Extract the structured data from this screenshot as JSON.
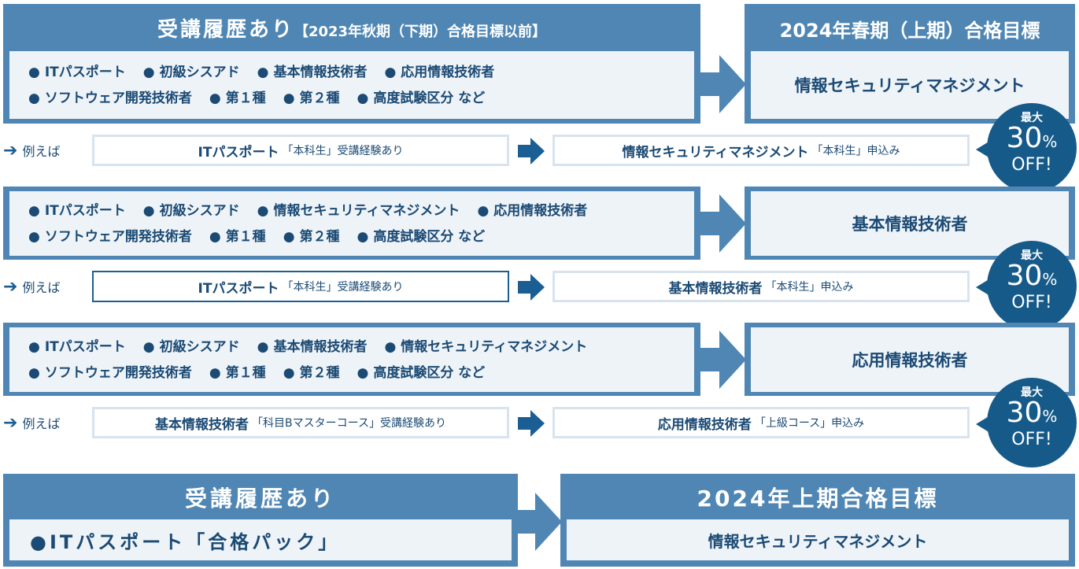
{
  "header_left": {
    "title": "受講履歴あり",
    "subtitle": "【2023年秋期（下期）合格目標以前】"
  },
  "header_right": {
    "title": "2024年春期（上期）合格目標"
  },
  "rows": [
    {
      "line1": [
        "ITパスポート",
        "初級シスアド",
        "基本情報技術者",
        "応用情報技術者"
      ],
      "line2": [
        "ソフトウェア開発技術者",
        "第１種",
        "第２種",
        "高度試験区分 など"
      ],
      "target": "情報セキュリティマネジメント",
      "example_label": "例えば",
      "example_from_bold": "ITパスポート",
      "example_from_rest": "「本科生」受講経験あり",
      "example_to_bold": "情報セキュリティマネジメント",
      "example_to_rest": "「本科生」申込み",
      "badge_top": "最大",
      "badge_num": "30",
      "badge_pct": "%",
      "badge_off": "OFF!"
    },
    {
      "line1": [
        "ITパスポート",
        "初級シスアド",
        "情報セキュリティマネジメント",
        "応用情報技術者"
      ],
      "line2": [
        "ソフトウェア開発技術者",
        "第１種",
        "第２種",
        "高度試験区分 など"
      ],
      "target": "基本情報技術者",
      "example_label": "例えば",
      "example_from_bold": "ITパスポート",
      "example_from_rest": "「本科生」受講経験あり",
      "example_to_bold": "基本情報技術者",
      "example_to_rest": "「本科生」申込み",
      "badge_top": "最大",
      "badge_num": "30",
      "badge_pct": "%",
      "badge_off": "OFF!"
    },
    {
      "line1": [
        "ITパスポート",
        "初級シスアド",
        "基本情報技術者",
        "情報セキュリティマネジメント"
      ],
      "line2": [
        "ソフトウェア開発技術者",
        "第１種",
        "第２種",
        "高度試験区分 など"
      ],
      "target": "応用情報技術者",
      "example_label": "例えば",
      "example_from_bold": "基本情報技術者",
      "example_from_rest": "「科目Bマスターコース」受講経験あり",
      "example_to_bold": "応用情報技術者",
      "example_to_rest": "「上級コース」申込み",
      "badge_top": "最大",
      "badge_num": "30",
      "badge_pct": "%",
      "badge_off": "OFF!"
    }
  ],
  "bottom_left": {
    "title": "受講履歴あり",
    "item": "●ITパスポート「合格パック」"
  },
  "bottom_right": {
    "title": "2024年上期合格目標",
    "target": "情報セキュリティマネジメント"
  },
  "colors": {
    "panel": "#4f86b3",
    "inner": "#eef3f8",
    "text": "#1b4a74",
    "badge": "#165a8a"
  }
}
